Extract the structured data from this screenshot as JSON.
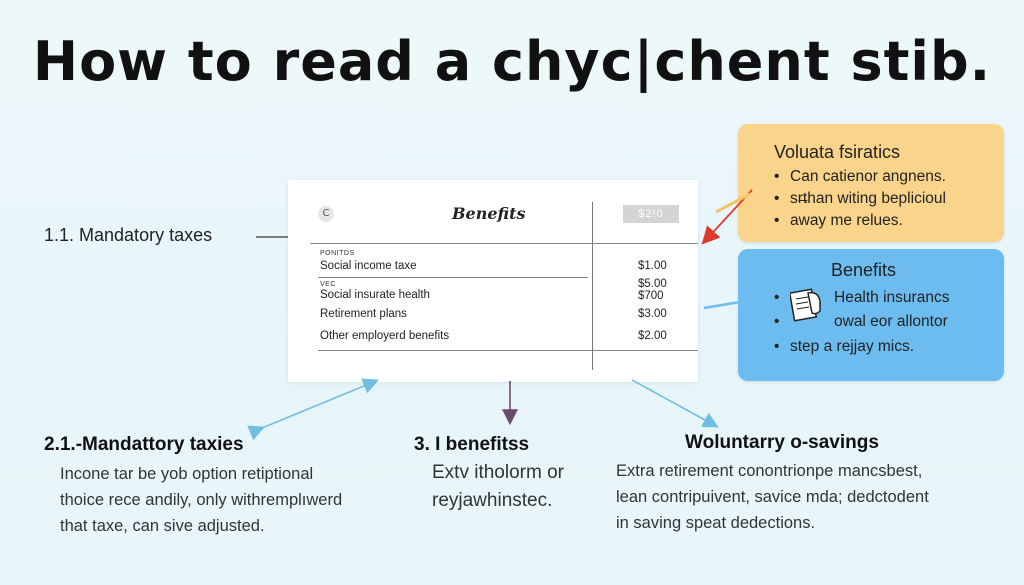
{
  "title": "How to read a chyc|chent stib.",
  "stub": {
    "icon_letter": "C",
    "header": "Benefits",
    "amount_box": "$2!0",
    "small_label_1": "PONITDS",
    "small_label_2": "VEC",
    "rows": [
      {
        "label": "Social income taxe",
        "value": "$1.00"
      },
      {
        "label": "Social insurate health",
        "value": "$5.00"
      },
      {
        "label": "Retirement plans",
        "value": "$3.00"
      },
      {
        "label": "Other employerd benefits",
        "value": "$2.00"
      }
    ],
    "extra_value": "$700"
  },
  "side_label": "1.1. Mandatory taxes",
  "orange_callout": {
    "title": "Voluata fsiratics",
    "bullets": [
      "Can catienor angnens.",
      "sr̶than witing beplicioul",
      "away me relues."
    ]
  },
  "blue_callout": {
    "title": "Benefits",
    "bullets": [
      "Health insurancs",
      "owal eor allontor",
      "step a rejjay mics."
    ]
  },
  "sections": [
    {
      "heading": "2.1.-Mandattory taxies",
      "lines": [
        "Incone tar be yob option retiptional",
        "thoice rece andily, only withremplıwerd",
        "that taxe, can sive adjusted."
      ]
    },
    {
      "heading": "3. I benefitss",
      "lines": [
        "Extv itholorm or",
        "reyjawhinstec."
      ]
    },
    {
      "heading": "Woluntarry o-savings",
      "lines": [
        "Extra retirement conontrionpe mancsbest,",
        "lean contripuivent, savice mda; dedctodent",
        "in saving speat dedections."
      ]
    }
  ],
  "colors": {
    "orange": "#fad48a",
    "blue": "#6cbcf0",
    "red_arrow": "#e03a2f",
    "blue_arrow": "#6fc0e0",
    "purple_arrow": "#6b4a6e"
  },
  "icons": [
    "document-icon",
    "arrow-icons"
  ]
}
